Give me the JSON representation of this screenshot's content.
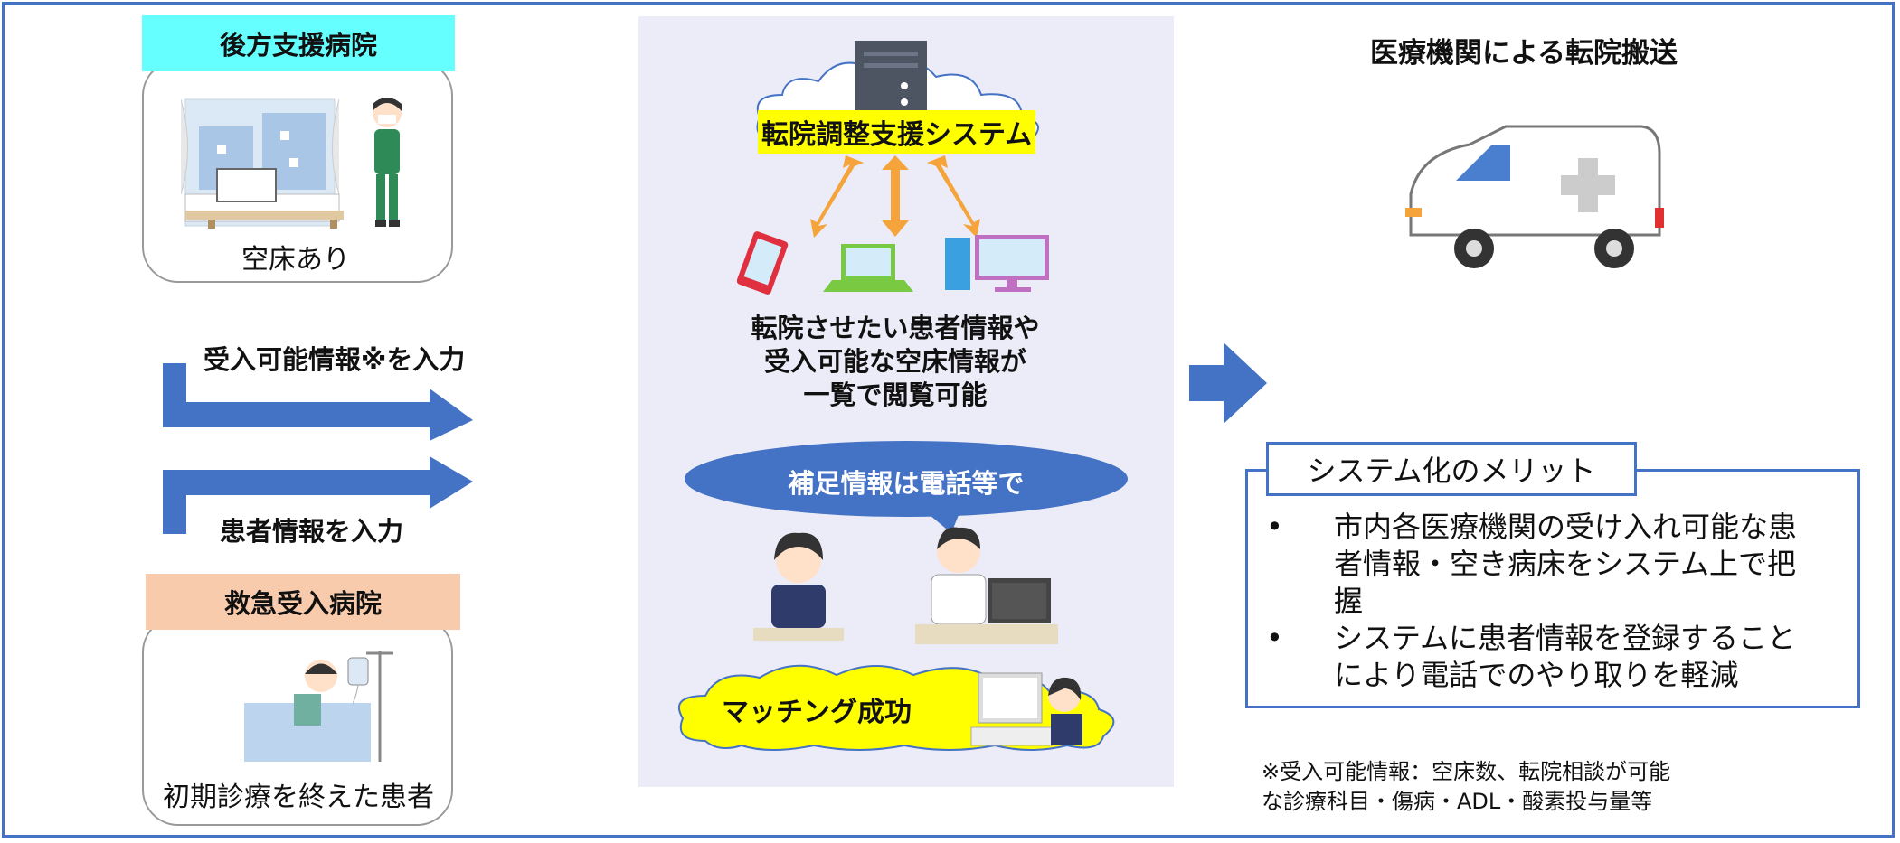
{
  "rear_hospital": {
    "label": "後方支援病院",
    "caption": "空床あり"
  },
  "emergency_hospital": {
    "label": "救急受入病院",
    "caption": "初期診療を終えた患者"
  },
  "arrows": {
    "input_availability": "受入可能情報※を入力",
    "input_patient": "患者情報を入力"
  },
  "system": {
    "title": "転院調整支援システム",
    "description_lines": [
      "転院させたい患者情報や",
      "受入可能な空床情報が",
      "一覧で閲覧可能"
    ],
    "phone_bubble": "補足情報は電話等で",
    "matching": "マッチング成功"
  },
  "transport": {
    "title": "医療機関による転院搬送"
  },
  "merits": {
    "title": "システム化のメリット",
    "items": [
      [
        "市内各医療機関の受け入れ可能な患",
        "者情報・空き病床をシステム上で把",
        "握"
      ],
      [
        "システムに患者情報を登録すること",
        "により電話でのやり取りを軽減"
      ]
    ]
  },
  "footnote": [
    "※受入可能情報：空床数、転院相談が可能",
    "な診療科目・傷病・ADL・酸素投与量等"
  ],
  "colors": {
    "frame": "#4472c4",
    "arrow": "#4472c4",
    "rear_label_bg": "#66ffff",
    "emergency_label_bg": "#f8cbad",
    "system_highlight": "#ffff00",
    "panel_bg": "#ececf8",
    "orange_arrow": "#f4a43a",
    "cloud_yellow": "#ffff00"
  }
}
